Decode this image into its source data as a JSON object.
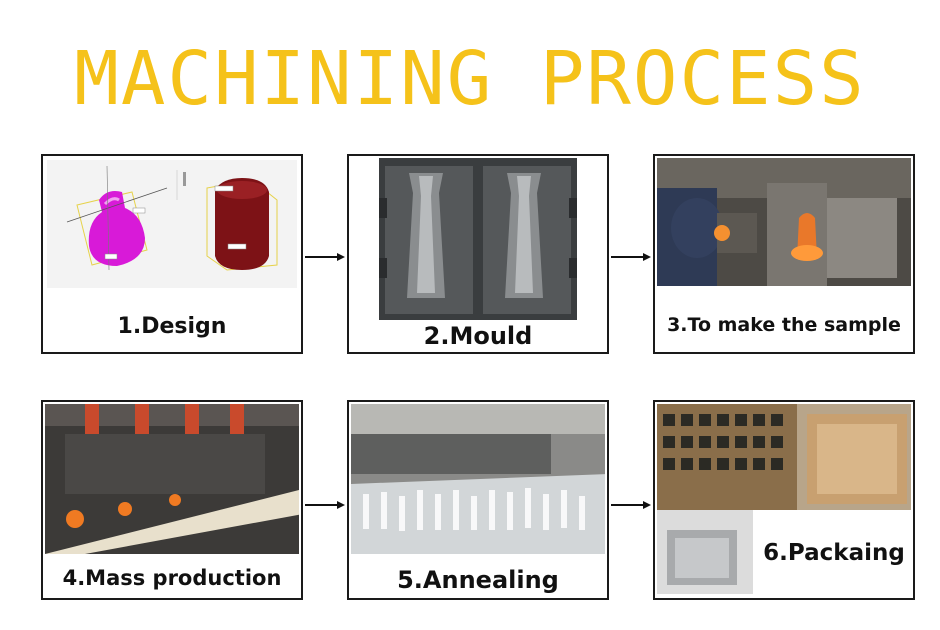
{
  "title": "MACHINING PROCESS",
  "steps": [
    {
      "label": "1.Design"
    },
    {
      "label": "2.Mould"
    },
    {
      "label": "3.To make the sample"
    },
    {
      "label": "4.Mass production"
    },
    {
      "label": "5.Annealing"
    },
    {
      "label": "6.Packaing"
    }
  ],
  "colors": {
    "title": "#f5c21a",
    "border": "#1a1a1a"
  }
}
